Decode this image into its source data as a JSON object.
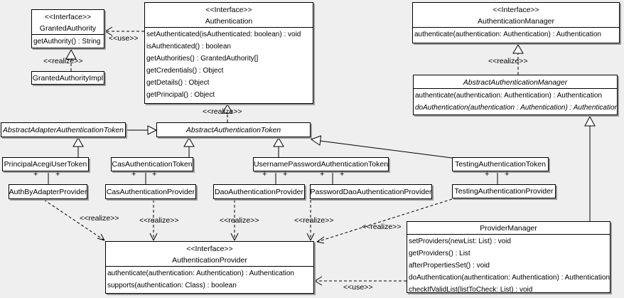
{
  "diagram": {
    "labels": {
      "realize": "<<realize>>",
      "use": "<<use>>",
      "plus": "+"
    },
    "classes": {
      "granted_authority": {
        "stereotype": "<<Interface>>",
        "name": "GrantedAuthority",
        "methods": [
          "getAuthority() : String"
        ]
      },
      "granted_authority_impl": {
        "name": "GrantedAuthorityImpl"
      },
      "authentication": {
        "stereotype": "<<Interface>>",
        "name": "Authentication",
        "methods": [
          "setAuthenticated(isAuthenticated: boolean) : void",
          "isAuthenticated() : boolean",
          "getAuthorities() : GrantedAuthority[]",
          "getCredentials() : Object",
          "getDetails() : Object",
          "getPrincipal() : Object"
        ]
      },
      "authentication_manager": {
        "stereotype": "<<Interface>>",
        "name": "AuthenticationManager",
        "methods": [
          "authenticate(authentication: Authentication) : Authentication"
        ]
      },
      "abstract_authentication_manager": {
        "name": "AbstractAuthenticationManager",
        "methods": [
          "authenticate(authentication: Authentication) : Authentication",
          "doAuthentication(authentication : Authentication) : Authentication"
        ]
      },
      "abstract_adapter_authentication_token": {
        "name": "AbstractAdapterAuthenticationToken"
      },
      "abstract_authentication_token": {
        "name": "AbstractAuthenticationToken"
      },
      "principal_acegi_user_token": {
        "name": "PrincipalAcegiUserToken"
      },
      "cas_authentication_token": {
        "name": "CasAuthenticationToken"
      },
      "username_password_authentication_token": {
        "name": "UsernamePasswordAuthenticationToken"
      },
      "testing_authentication_token": {
        "name": "TestingAuthenticationToken"
      },
      "auth_by_adapter_provider": {
        "name": "AuthByAdapterProvider"
      },
      "cas_authentication_provider": {
        "name": "CasAuthenticationProvider"
      },
      "dao_authentication_provider": {
        "name": "DaoAuthenticationProvider"
      },
      "password_dao_authentication_provider": {
        "name": "PasswordDaoAuthenticationProvider"
      },
      "testing_authentication_provider": {
        "name": "TestingAuthenticationProvider"
      },
      "authentication_provider": {
        "stereotype": "<<Interface>>",
        "name": "AuthenticationProvider",
        "methods": [
          "authenticate(authentication: Authentication) : Authentication",
          "supports(authentication: Class) : boolean"
        ]
      },
      "provider_manager": {
        "name": "ProviderManager",
        "methods": [
          "setProviders(newList: List) : void",
          "getProviders() : List",
          "afterPropertiesSet() : void",
          "doAuthentication(authentication: Authentication) : Authentication",
          "checkIfValidList(listToCheck: List) : void"
        ]
      }
    },
    "edges": [
      {
        "type": "use",
        "from": "Authentication",
        "to": "GrantedAuthority",
        "label": "<<use>>"
      },
      {
        "type": "realize",
        "from": "GrantedAuthorityImpl",
        "to": "GrantedAuthority",
        "label": "<<realize>>"
      },
      {
        "type": "realize",
        "from": "AbstractAuthenticationToken",
        "to": "Authentication",
        "label": "<<realize>>"
      },
      {
        "type": "realize",
        "from": "AbstractAuthenticationManager",
        "to": "AuthenticationManager",
        "label": "<<realize>>"
      },
      {
        "type": "generalize",
        "from": "AbstractAdapterAuthenticationToken",
        "to": "AbstractAuthenticationToken"
      },
      {
        "type": "generalize",
        "from": "PrincipalAcegiUserToken",
        "to": "AbstractAdapterAuthenticationToken"
      },
      {
        "type": "generalize",
        "from": "CasAuthenticationToken",
        "to": "AbstractAuthenticationToken"
      },
      {
        "type": "generalize",
        "from": "UsernamePasswordAuthenticationToken",
        "to": "AbstractAuthenticationToken"
      },
      {
        "type": "generalize",
        "from": "TestingAuthenticationToken",
        "to": "AbstractAuthenticationToken"
      },
      {
        "type": "generalize",
        "from": "ProviderManager",
        "to": "AbstractAuthenticationManager"
      },
      {
        "type": "association",
        "from": "PrincipalAcegiUserToken",
        "to": "AuthByAdapterProvider",
        "ends": "+ +"
      },
      {
        "type": "association",
        "from": "CasAuthenticationToken",
        "to": "CasAuthenticationProvider",
        "ends": "+ +"
      },
      {
        "type": "association",
        "from": "UsernamePasswordAuthenticationToken",
        "to": "DaoAuthenticationProvider",
        "ends": "+ +"
      },
      {
        "type": "association",
        "from": "UsernamePasswordAuthenticationToken",
        "to": "PasswordDaoAuthenticationProvider",
        "ends": "+ +"
      },
      {
        "type": "association",
        "from": "TestingAuthenticationToken",
        "to": "TestingAuthenticationProvider",
        "ends": "+ +"
      },
      {
        "type": "realize",
        "from": "AuthByAdapterProvider",
        "to": "AuthenticationProvider",
        "label": "<<realize>>"
      },
      {
        "type": "realize",
        "from": "CasAuthenticationProvider",
        "to": "AuthenticationProvider",
        "label": "<<realize>>"
      },
      {
        "type": "realize",
        "from": "DaoAuthenticationProvider",
        "to": "AuthenticationProvider",
        "label": "<<realize>>"
      },
      {
        "type": "realize",
        "from": "PasswordDaoAuthenticationProvider",
        "to": "AuthenticationProvider",
        "label": "<<realize>>"
      },
      {
        "type": "realize",
        "from": "TestingAuthenticationProvider",
        "to": "AuthenticationProvider",
        "label": "<<realize>>"
      },
      {
        "type": "use",
        "from": "ProviderManager",
        "to": "AuthenticationProvider",
        "label": "<<use>>"
      }
    ],
    "colors": {
      "background": "#efefef",
      "box_fill": "#ffffff",
      "line": "#000000",
      "shadow": "#9b9b9b"
    }
  }
}
